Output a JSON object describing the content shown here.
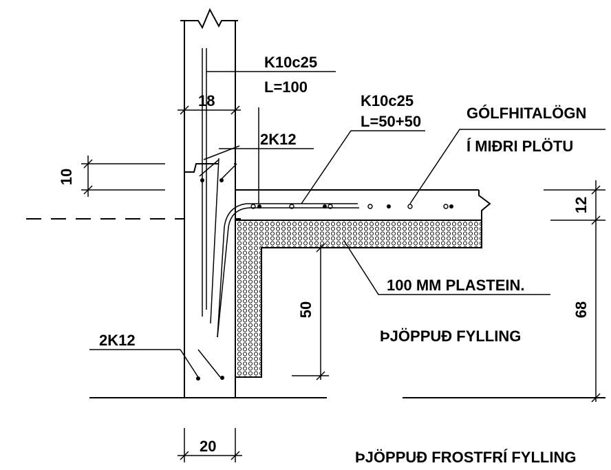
{
  "labels": {
    "upper_bar_spec": "K10c25",
    "upper_bar_length": "L=100",
    "slab_bar_spec": "K10c25",
    "slab_bar_length": "L=50+50",
    "heating_line1": "GÓLFHITALÖGN",
    "heating_line2": "Í MIÐRI PLÖTU",
    "top_corner_bars": "2K12",
    "bottom_corner_bars": "2K12",
    "insulation": "100 MM PLASTEIN.",
    "compacted_fill": "ÞJÖPPUÐ FYLLING",
    "frost_free_fill": "ÞJÖPPUÐ FROSTFRÍ FYLLING"
  },
  "dimensions": {
    "wall_top": "18",
    "wall_bottom": "20",
    "step_height": "10",
    "slab_thickness": "12",
    "insulation_depth": "50",
    "total_depth": "68"
  }
}
